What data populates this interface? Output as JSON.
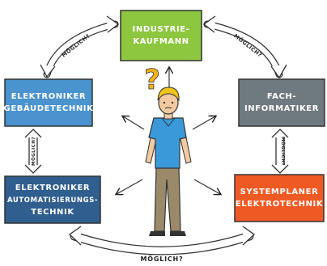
{
  "nodes": {
    "top": {
      "lines": [
        "INDUSTRIE-",
        "KAUFMANN"
      ],
      "color": "#8dc63f"
    },
    "left_upper": {
      "lines": [
        "ELEKTRONIKER",
        "GEBÄUDETECHNIK"
      ],
      "color": "#4a93cf"
    },
    "right_upper": {
      "lines": [
        "FACH-",
        "INFORMATIKER"
      ],
      "color": "#6f7a80"
    },
    "left_lower": {
      "lines": [
        "ELEKTRONIKER",
        "AUTOMATISIERUNGS-",
        "TECHNIK"
      ],
      "color": "#2f5e8f"
    },
    "right_lower": {
      "lines": [
        "SYSTEMPLANER",
        "ELEKTROTECHNIK"
      ],
      "color": "#ef5a24"
    }
  },
  "arrows": {
    "top_left": "MÖGLICH?",
    "top_right": "MÖGLICH?",
    "left_vertical": "MÖGLICH?",
    "right_vertical": "MÖGLICH?",
    "bottom": "MÖGLICH?"
  },
  "question_mark": {
    "symbol": "?",
    "color": "#f6b21b"
  },
  "person": {
    "shirt_color": "#3a9ad9",
    "pants_color": "#9b8a6a"
  }
}
